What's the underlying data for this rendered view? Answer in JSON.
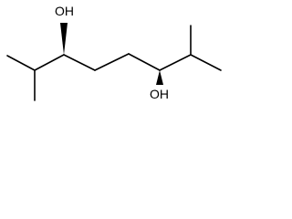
{
  "structure": {
    "atoms": [
      {
        "id": "oh1",
        "label": "OH"
      },
      {
        "id": "oh2",
        "label": "OH"
      }
    ]
  }
}
